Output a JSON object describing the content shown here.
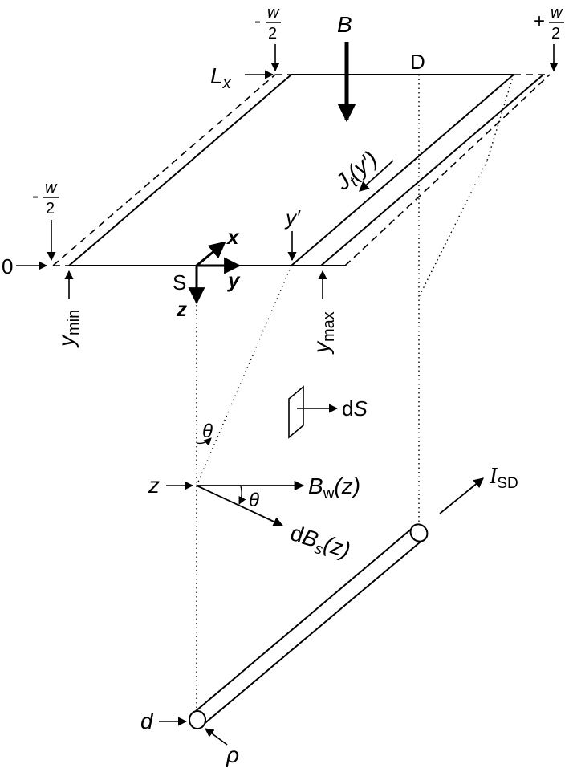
{
  "labels": {
    "zero": "0",
    "minus_sign_left": "-",
    "w_top_left": "w",
    "two_top_left": "2",
    "minus_sign_top": "-",
    "w_top": "w",
    "two_top": "2",
    "plus_sign": "+",
    "w_right": "w",
    "two_right": "2",
    "B": "B",
    "D": "D",
    "L": "L",
    "Lsub": "x",
    "J": "J",
    "Jsub": "t",
    "Jarg": "(y′)",
    "yprime": "y′",
    "x_axis": "x",
    "y_axis": "y",
    "z_axis": "z",
    "S": "S",
    "ymin": "y",
    "ymin_sub": "min",
    "ymax": "y",
    "ymax_sub": "max",
    "dS_d": "d",
    "dS_S": "S",
    "theta_top": "θ",
    "z_left": "z",
    "Bw": "B",
    "Bw_sub": "w",
    "Bw_arg": "(z)",
    "theta_mid": "θ",
    "dBs_d": "d",
    "dBs_B": "B",
    "dBs_sub": "s",
    "dBs_arg": "(z)",
    "I": "I",
    "I_sub": "SD",
    "d_label": "d",
    "rho": "ρ"
  }
}
